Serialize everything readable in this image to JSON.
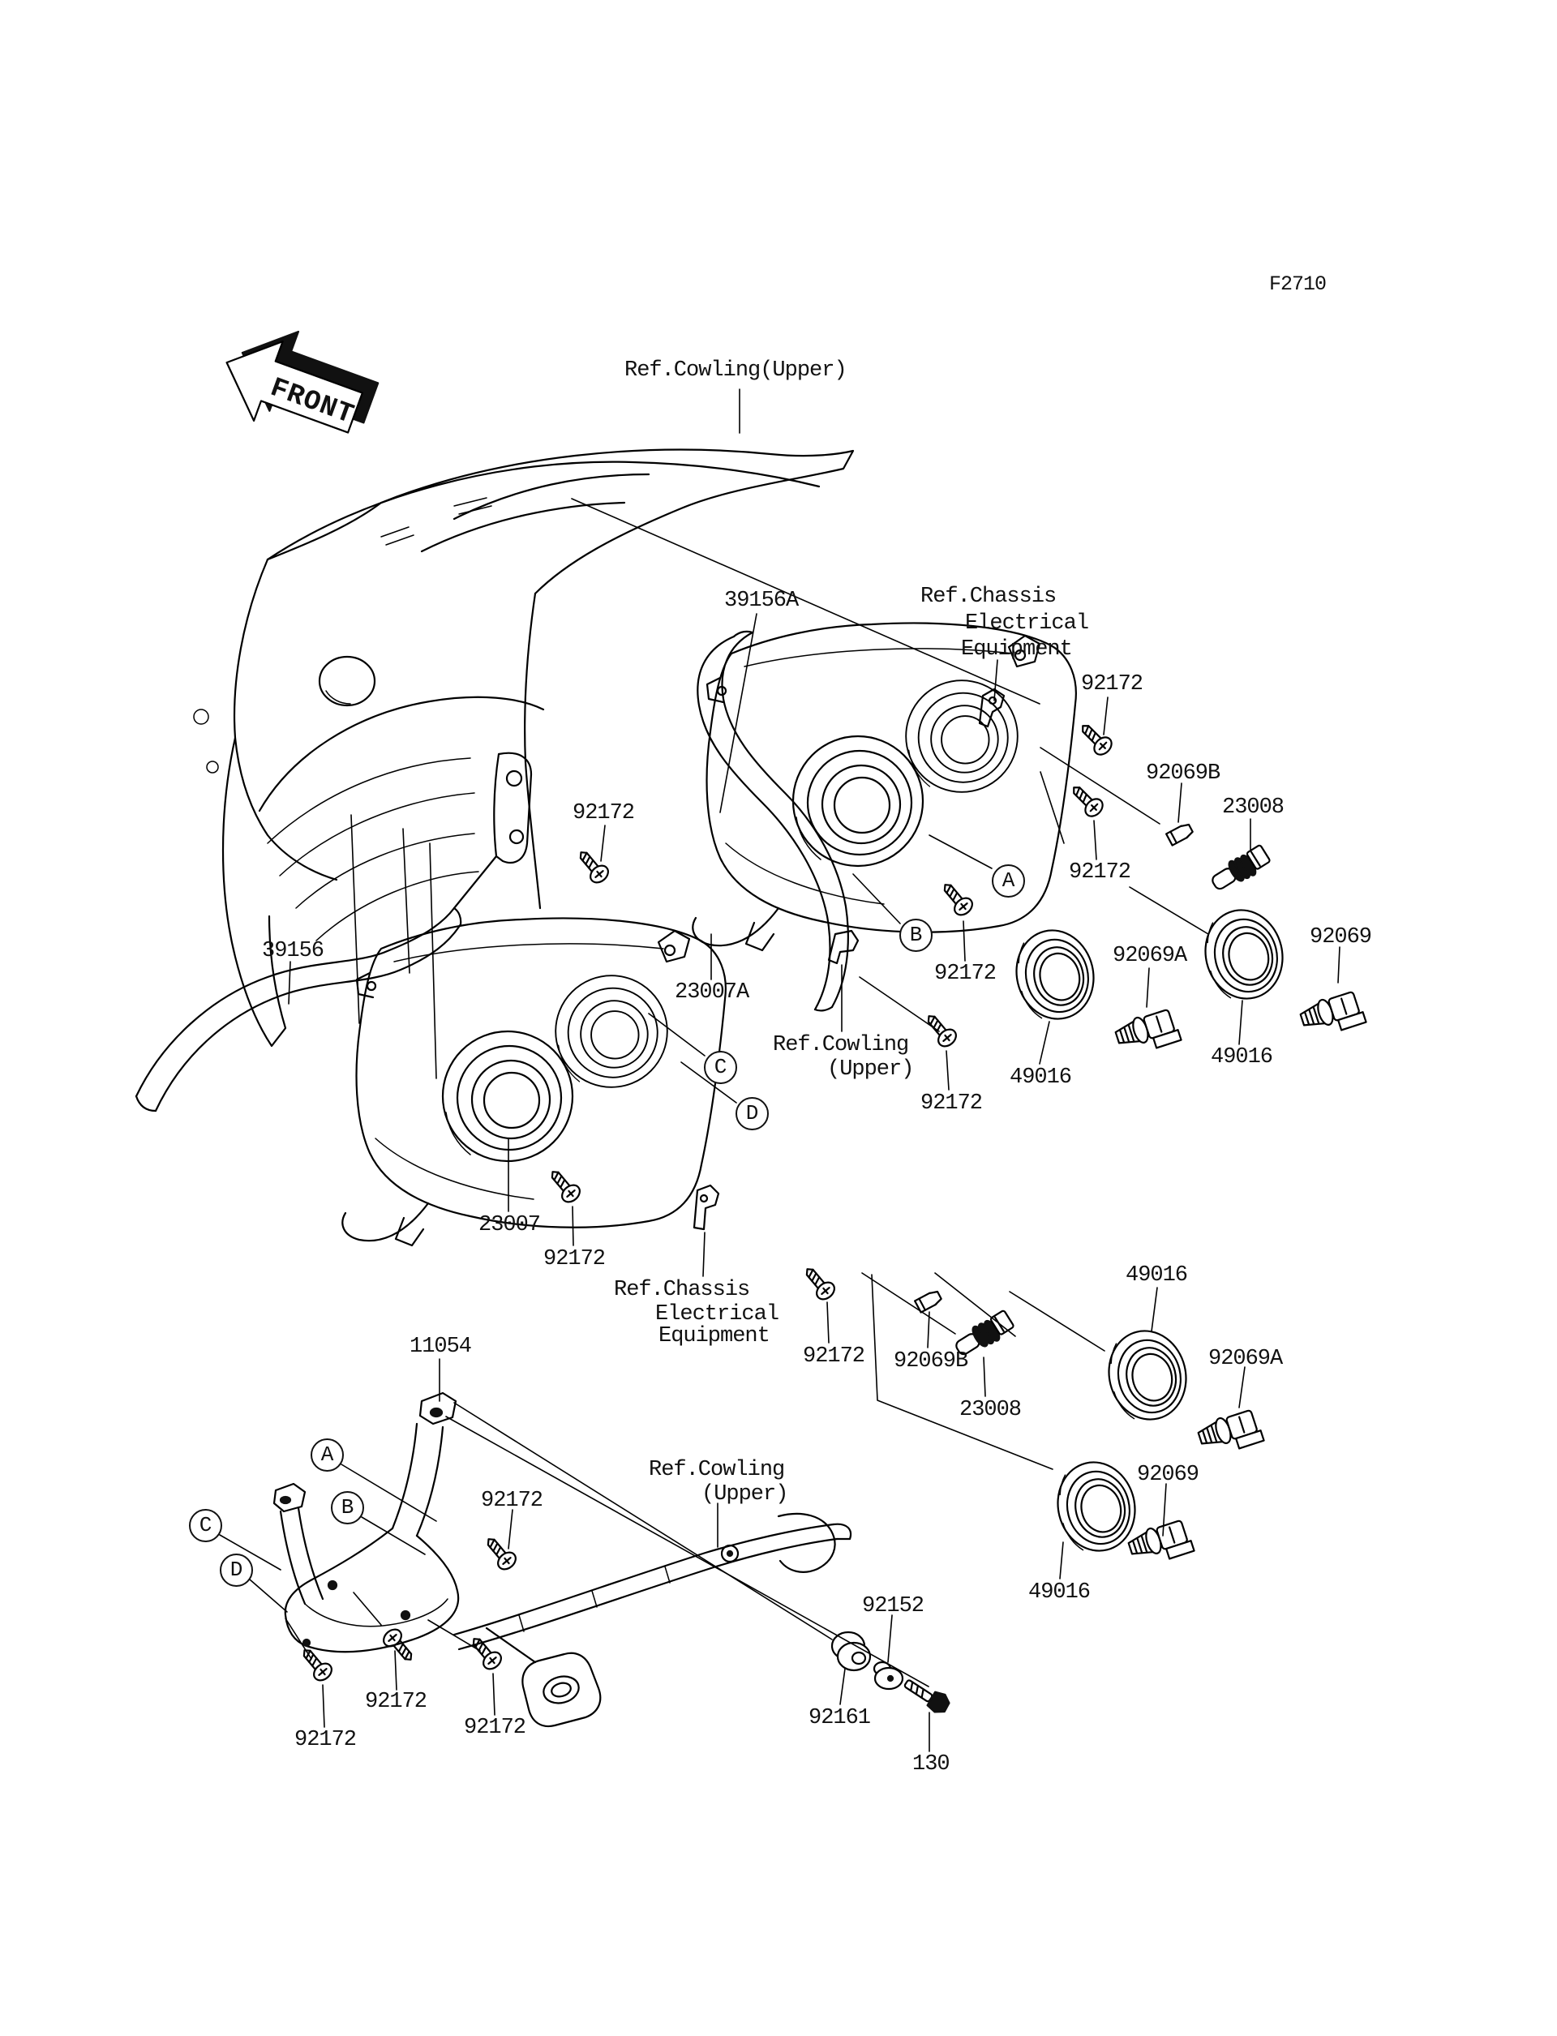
{
  "diagram": {
    "code": "F2710",
    "front_arrow": "FRONT",
    "title_semantic": "Headlight(s) exploded parts diagram"
  },
  "part_labels": {
    "n130": "130",
    "n11054": "11054",
    "n23007": "23007",
    "n23007a": "23007A",
    "n23008": "23008",
    "n39156": "39156",
    "n39156a": "39156A",
    "n49016": "49016",
    "n92069": "92069",
    "n92069a": "92069A",
    "n92069b": "92069B",
    "n92152": "92152",
    "n92161": "92161",
    "n92172": "92172"
  },
  "references": {
    "cowling_upper_inline": "Ref.Cowling(Upper)",
    "cowling_line1": "Ref.Cowling",
    "cowling_line2": "(Upper)",
    "chassis_line1": "Ref.Chassis",
    "chassis_line2": "Electrical",
    "chassis_line3": "Equipment"
  },
  "callouts": {
    "a": "A",
    "b": "B",
    "c": "C",
    "d": "D"
  },
  "colors": {
    "line": "#000000",
    "background": "#ffffff"
  }
}
